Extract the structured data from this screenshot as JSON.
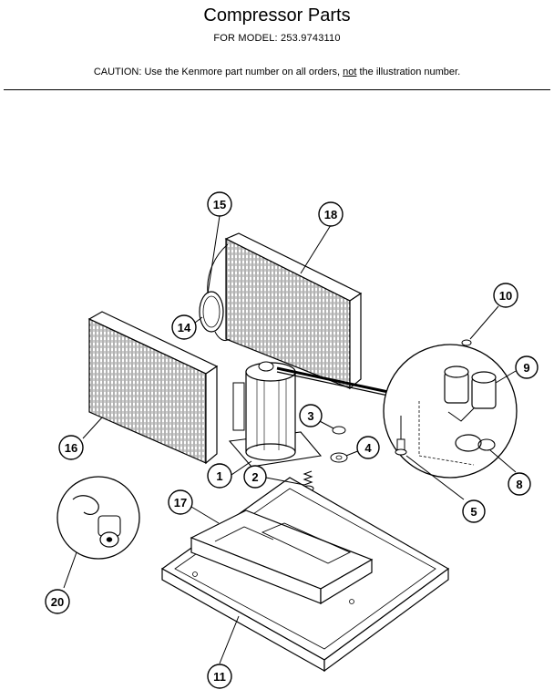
{
  "header": {
    "title": "Compressor Parts",
    "model_label": "FOR MODEL:",
    "model_number": "253.9743110",
    "caution_label": "CAUTION:",
    "caution_text_a": "Use the Kenmore part number on all orders,",
    "caution_not": "not",
    "caution_text_b": "the illustration number."
  },
  "callouts": [
    {
      "id": "1",
      "label": "1"
    },
    {
      "id": "2",
      "label": "2"
    },
    {
      "id": "3",
      "label": "3"
    },
    {
      "id": "4",
      "label": "4"
    },
    {
      "id": "5",
      "label": "5"
    },
    {
      "id": "8",
      "label": "8"
    },
    {
      "id": "9",
      "label": "9"
    },
    {
      "id": "10",
      "label": "10"
    },
    {
      "id": "11",
      "label": "11"
    },
    {
      "id": "14",
      "label": "14"
    },
    {
      "id": "15",
      "label": "15"
    },
    {
      "id": "16",
      "label": "16"
    },
    {
      "id": "17",
      "label": "17"
    },
    {
      "id": "18",
      "label": "18"
    },
    {
      "id": "20",
      "label": "20"
    }
  ]
}
